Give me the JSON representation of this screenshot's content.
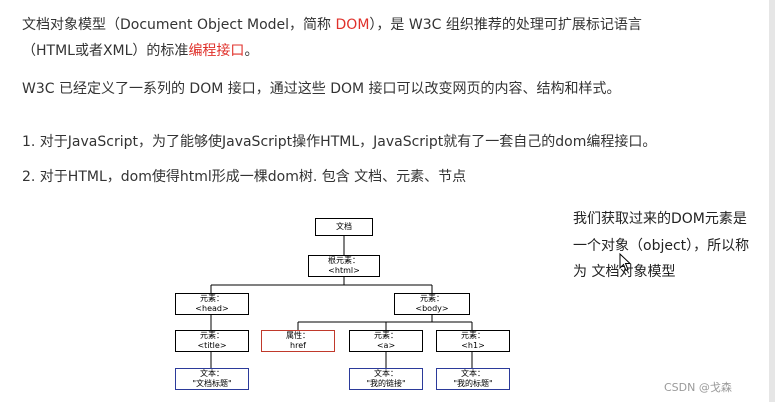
{
  "para1": {
    "line1_a": "文档对象模型（Document Object Model，简称 ",
    "line1_dom": "DOM",
    "line1_b": "），是 W3C 组织推荐的处理可扩展标记语言",
    "line2_a": "（HTML或者XML）的标准",
    "line2_red": "编程接口",
    "line2_b": "。"
  },
  "para2": "W3C 已经定义了一系列的 DOM 接口，通过这些 DOM 接口可以改变网页的内容、结构和样式。",
  "point1": "1. 对于JavaScript，为了能够使JavaScript操作HTML，JavaScript就有了一套自己的dom编程接口。",
  "point2": "2. 对于HTML，dom使得html形成一棵dom树. 包含 文档、元素、节点",
  "side_note": {
    "line1": "我们获取过来的DOM元素是",
    "line2": "一个对象（object），所以称",
    "line3": "为 文档对象模型"
  },
  "tree": {
    "document": "文档",
    "root_label": "根元素：",
    "root_tag": "<html>",
    "head_label": "元素：",
    "head_tag": "<head>",
    "body_label": "元素：",
    "body_tag": "<body>",
    "title_label": "元素：",
    "title_tag": "<title>",
    "attr_label": "属性：",
    "attr_name": "href",
    "a_label": "元素：",
    "a_tag": "<a>",
    "h1_label": "元素：",
    "h1_tag": "<h1>",
    "text1_label": "文本：",
    "text1_value": "\"文档标题\"",
    "text2_label": "文本：",
    "text2_value": "\"我的链接\"",
    "text3_label": "文本：",
    "text3_value": "\"我的标题\""
  },
  "watermark": "CSDN @戈森"
}
